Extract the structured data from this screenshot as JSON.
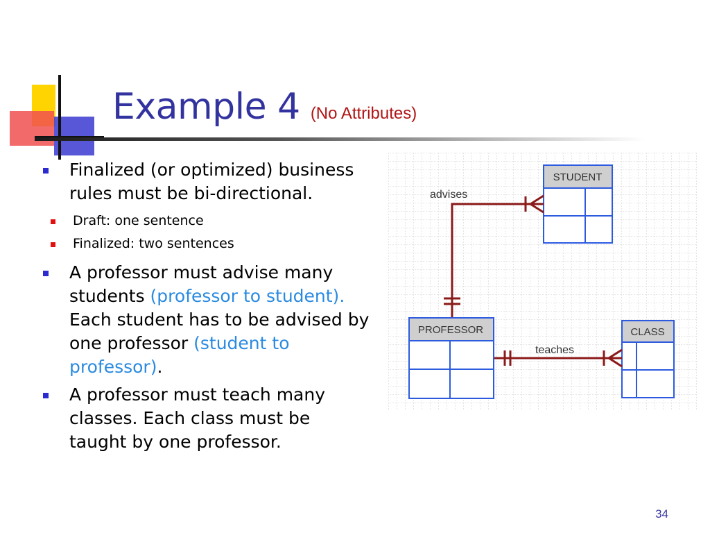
{
  "slide": {
    "title": "Example 4",
    "subtitle": "(No Attributes)",
    "page_number": "34"
  },
  "bullets": [
    {
      "text": "Finalized (or optimized) business rules must be bi-directional.",
      "sub": [
        "Draft: one sentence",
        "Finalized: two sentences"
      ]
    },
    {
      "parts": [
        {
          "text": "A professor must advise many students ",
          "blue": false
        },
        {
          "text": "(professor to student).",
          "blue": true
        },
        {
          "text": " Each student has to be advised by one professor ",
          "blue": false
        },
        {
          "text": "(student to professor)",
          "blue": true
        },
        {
          "text": ".",
          "blue": false
        }
      ]
    },
    {
      "text": "A professor must teach many classes. Each class must be taught by one professor."
    }
  ],
  "diagram": {
    "entities": {
      "student": "STUDENT",
      "professor": "PROFESSOR",
      "class": "CLASS"
    },
    "relations": {
      "advises": "advises",
      "teaches": "teaches"
    }
  },
  "colors": {
    "title": "#3333a0",
    "subtitle": "#b01515",
    "highlight": "#2a8ae0",
    "entity_border": "#2d5be0",
    "relationship_line": "#8b1a1a",
    "bullet": "#2b2bd0",
    "sub_bullet": "#e01010"
  }
}
